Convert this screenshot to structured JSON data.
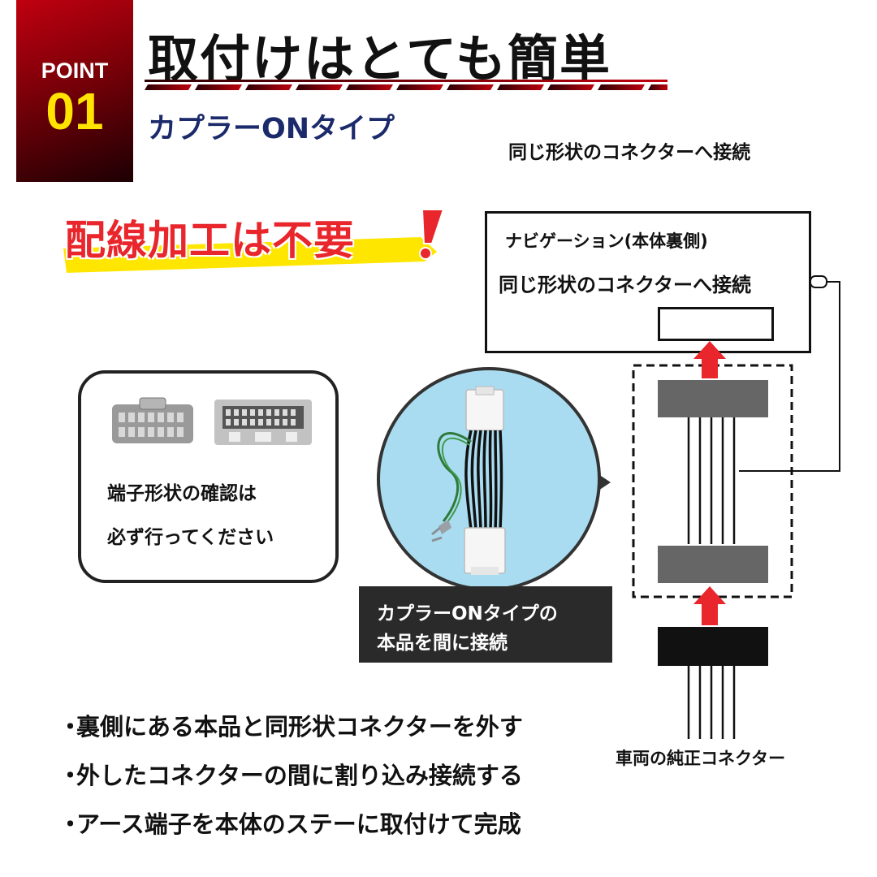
{
  "header": {
    "point_label": "POINT",
    "point_number": "01",
    "title": "取付けはとても簡単",
    "subtitle": "カプラーONタイプ",
    "colors": {
      "badge_red": "#c00010",
      "badge_number": "#ffe400",
      "subtitle_navy": "#1b2a6b"
    }
  },
  "top_right_label": "同じ形状のコネクターへ接続",
  "no_wiring": {
    "text": "配線加工は不要",
    "icon": "exclamation-icon",
    "colors": {
      "text": "#e8262c",
      "highlight": "#ffe600"
    }
  },
  "navigation_box": {
    "title": "ナビゲーション(本体裏側)",
    "connect_label": "同じ形状のコネクターへ接続"
  },
  "terminal_check": {
    "line1": "端子形状の確認は",
    "line2": "必ず行ってください",
    "icons": [
      "female-connector-icon",
      "male-connector-icon"
    ]
  },
  "product_image": {
    "icon": "harness-connector-icon",
    "background": "#a9dcf0"
  },
  "caption": {
    "line1": "カプラーONタイプの",
    "line2": "本品を間に接続"
  },
  "steps": [
    "裏側にある本品と同形状コネクターを外す",
    "外したコネクターの間に割り込み接続する",
    "アース端子を本体のステーに取付けて完成"
  ],
  "bullet_mark": "・",
  "vehicle_connector_label": "車両の純正コネクター",
  "diagram_colors": {
    "arrow": "#e8262c",
    "block_gray": "#666666",
    "block_black": "#111111"
  }
}
